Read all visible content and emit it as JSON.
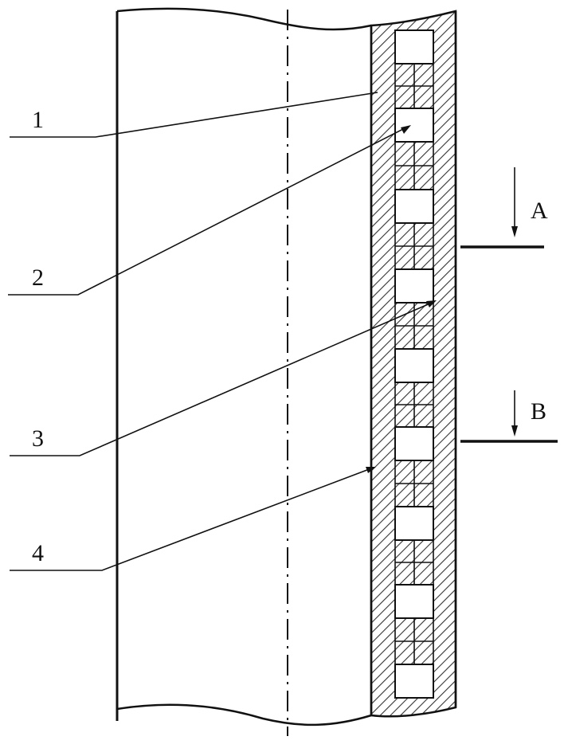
{
  "labels": {
    "part_1": "1",
    "part_2": "2",
    "part_3": "3",
    "part_4": "4",
    "section_a": "A",
    "section_b": "B"
  },
  "colors": {
    "line": "#111111",
    "hatch": "#333333",
    "background": "#ffffff"
  }
}
